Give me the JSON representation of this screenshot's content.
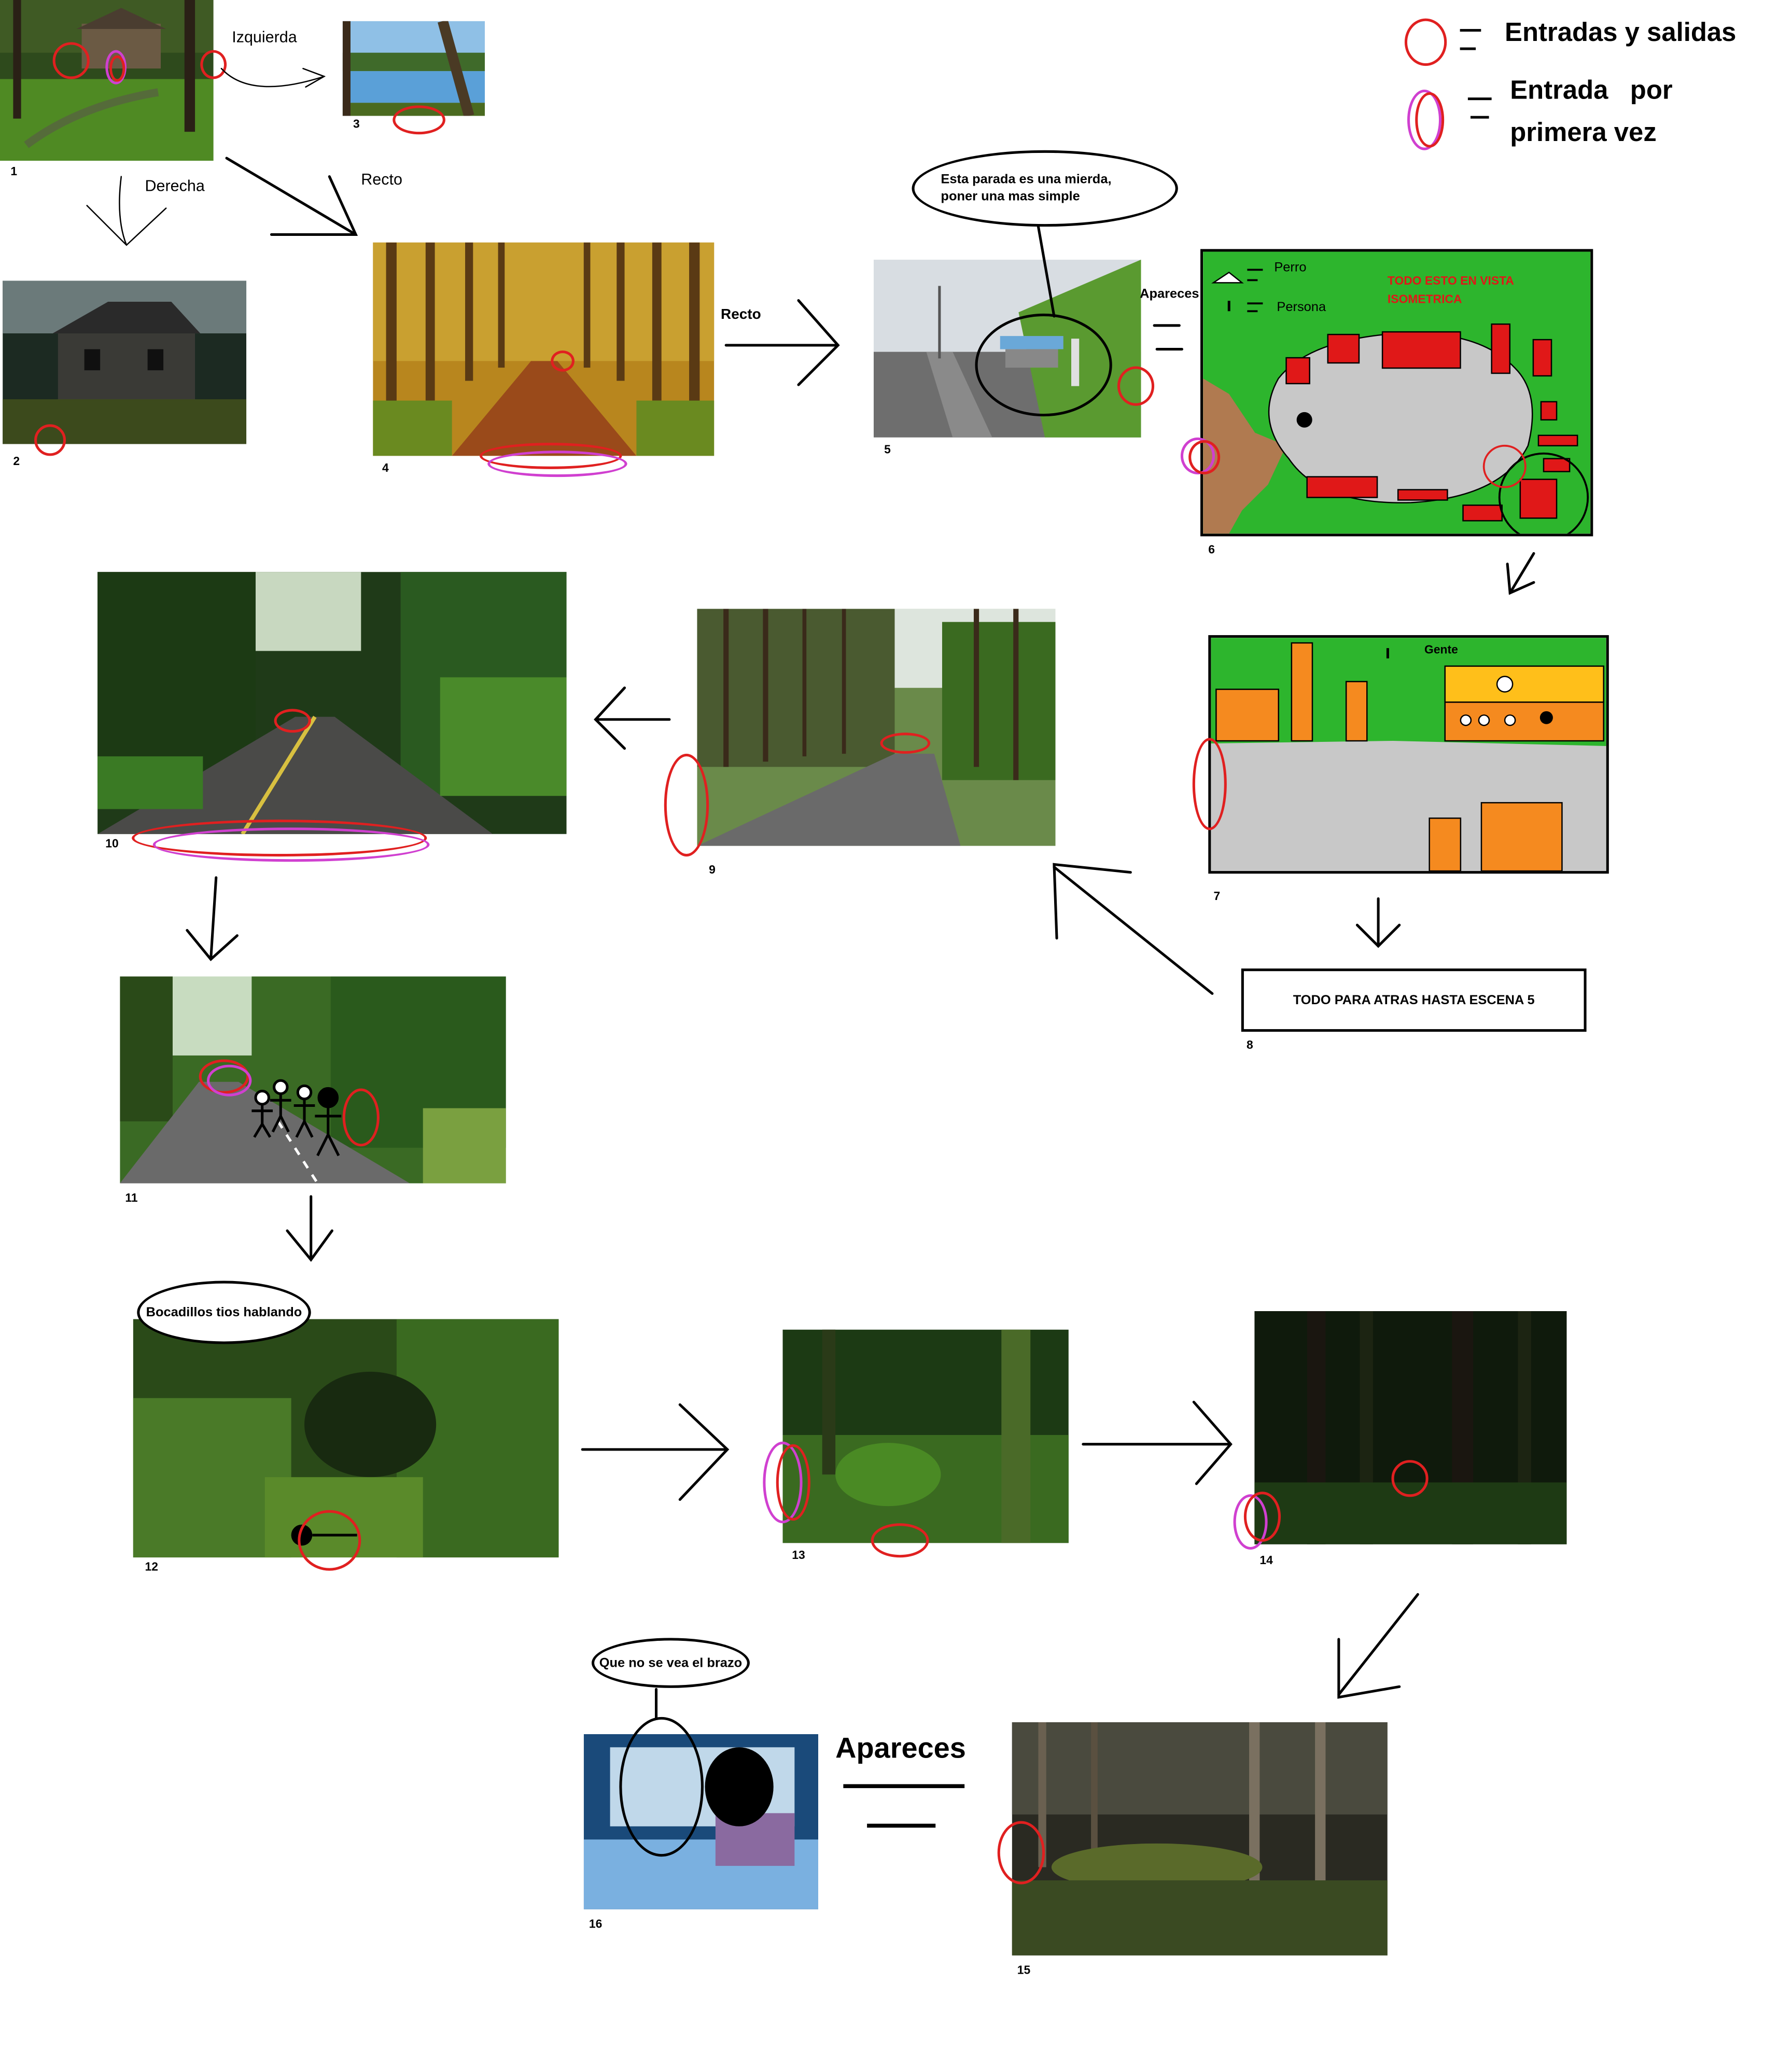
{
  "legend": {
    "entries_exits": "Entradas y salidas",
    "first_entry_line1": "Entrada   por",
    "first_entry_line2": "primera vez"
  },
  "labels": {
    "izquierda": "Izquierda",
    "derecha": "Derecha",
    "recto_1": "Recto",
    "recto_2": "Recto",
    "apareces_small": "Apareces",
    "apareces_big": "Apareces"
  },
  "scenes": [
    {
      "num": "1",
      "desc": "forest cabin"
    },
    {
      "num": "2",
      "desc": "abandoned house"
    },
    {
      "num": "3",
      "desc": "lake"
    },
    {
      "num": "4",
      "desc": "autumn path"
    },
    {
      "num": "5",
      "desc": "bus stop road"
    },
    {
      "num": "6",
      "desc": "isometric map"
    },
    {
      "num": "7",
      "desc": "town map"
    },
    {
      "num": "8",
      "desc": "note"
    },
    {
      "num": "9",
      "desc": "pine road"
    },
    {
      "num": "10",
      "desc": "forest road"
    },
    {
      "num": "11",
      "desc": "road with people"
    },
    {
      "num": "12",
      "desc": "deep forest"
    },
    {
      "num": "13",
      "desc": "mossy forest"
    },
    {
      "num": "14",
      "desc": "dark forest"
    },
    {
      "num": "15",
      "desc": "swamp forest"
    },
    {
      "num": "16",
      "desc": "bed"
    }
  ],
  "bubbles": {
    "bus_stop": "Esta parada es una mierda, poner una mas simple",
    "talking": "Bocadillos tios hablando",
    "arm": "Que no se vea el brazo"
  },
  "map6": {
    "perro": "Perro",
    "persona": "Persona",
    "note": "TODO ESTO EN VISTA ISOMETRICA"
  },
  "map7": {
    "gente": "Gente"
  },
  "note8": "TODO PARA ATRAS HASTA ESCENA 5",
  "colors": {
    "ring_red": "#e02020",
    "ring_magenta": "#d040d0",
    "map_green": "#2db52d",
    "building_red": "#e01818",
    "building_orange": "#f58a1f",
    "ground_gray": "#c8c8c8"
  }
}
